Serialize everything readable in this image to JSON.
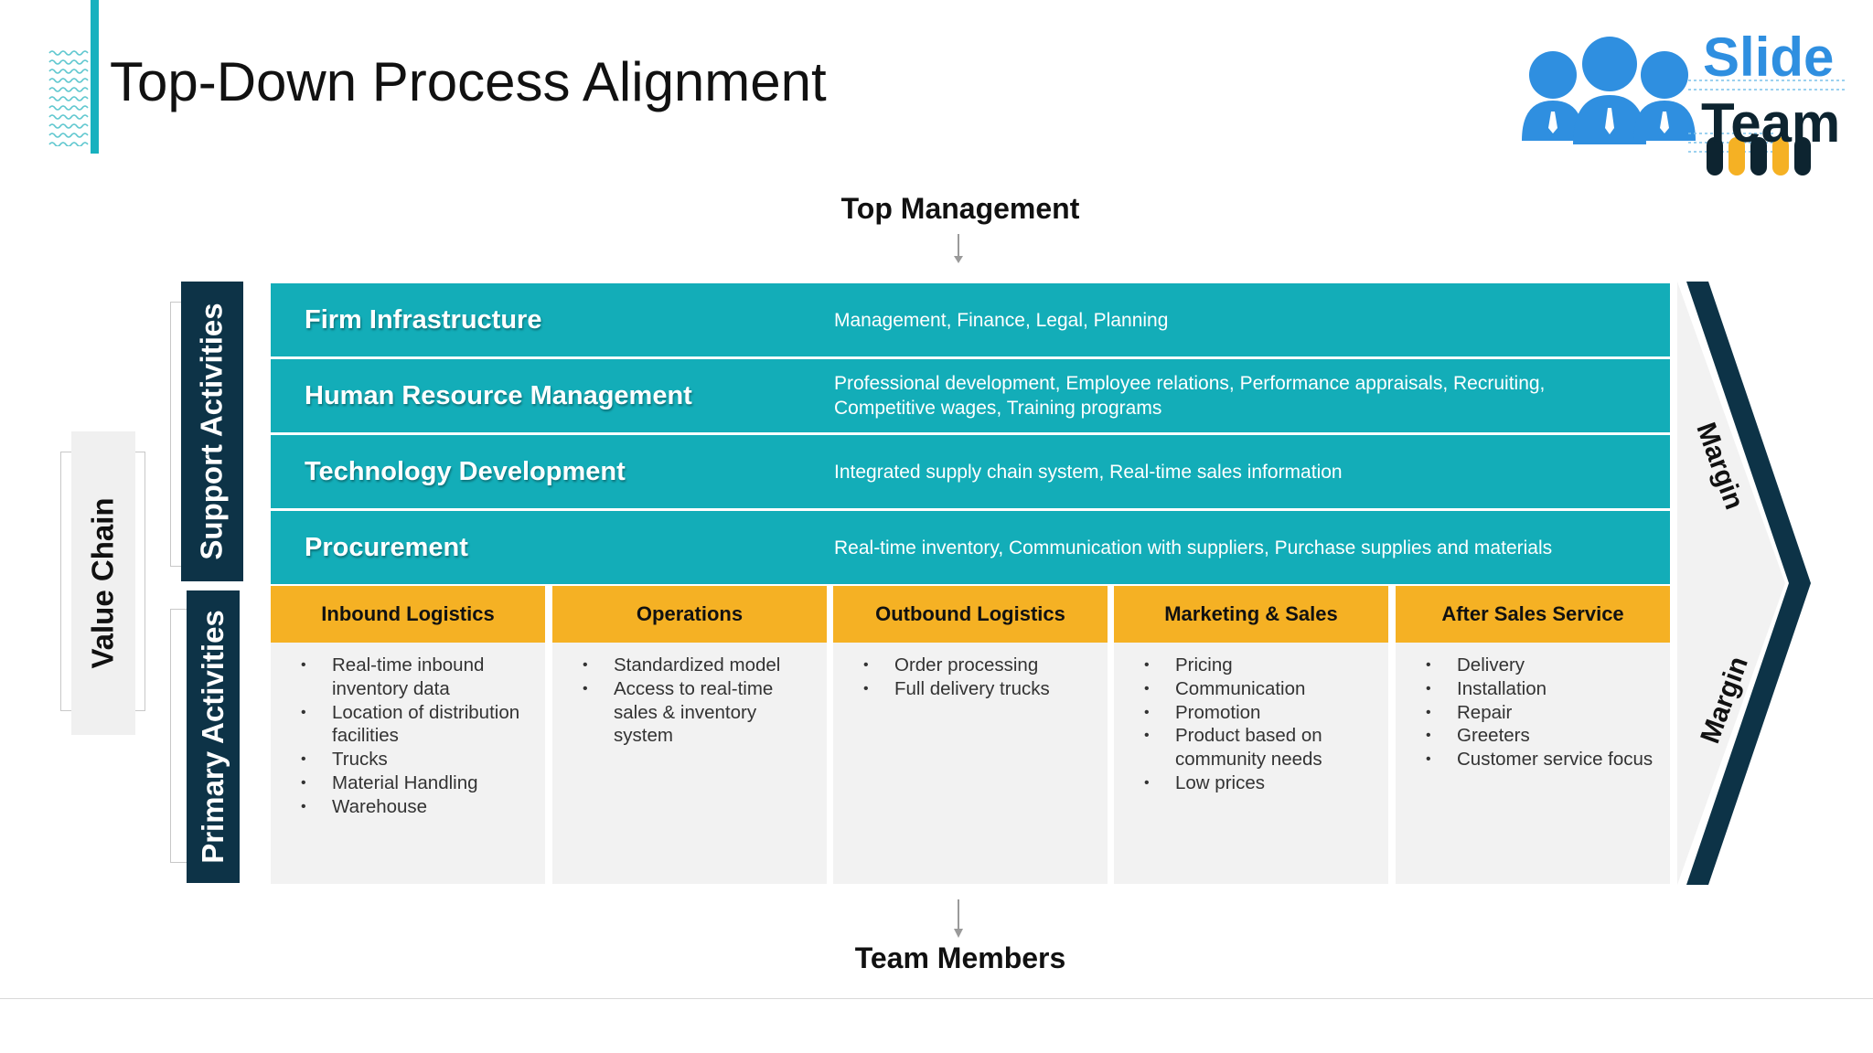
{
  "title": "Top-Down Process Alignment",
  "logo": {
    "line1": "Slide",
    "line2": "Team"
  },
  "flow": {
    "top": "Top Management",
    "bottom": "Team Members"
  },
  "labels": {
    "value_chain": "Value Chain",
    "support": "Support Activities",
    "primary": "Primary Activities",
    "margin_top": "Margin",
    "margin_bottom": "Margin"
  },
  "support_rows": [
    {
      "name": "Firm Infrastructure",
      "desc": "Management, Finance, Legal, Planning"
    },
    {
      "name": "Human Resource Management",
      "desc": "Professional development, Employee relations, Performance appraisals, Recruiting, Competitive wages, Training programs"
    },
    {
      "name": "Technology Development",
      "desc": "Integrated supply chain system, Real-time sales information"
    },
    {
      "name": "Procurement",
      "desc": "Real-time inventory, Communication with suppliers, Purchase supplies and materials"
    }
  ],
  "primary": [
    {
      "title": "Inbound Logistics",
      "items": [
        "Real-time inbound inventory data",
        "Location of distribution facilities",
        "Trucks",
        "Material Handling",
        "Warehouse"
      ]
    },
    {
      "title": "Operations",
      "items": [
        "Standardized model",
        "Access to real-time sales & inventory system"
      ]
    },
    {
      "title": "Outbound Logistics",
      "items": [
        "Order processing",
        "Full delivery trucks"
      ]
    },
    {
      "title": "Marketing & Sales",
      "items": [
        "Pricing",
        "Communication",
        "Promotion",
        "Product based on community needs",
        "Low prices"
      ]
    },
    {
      "title": "After Sales Service",
      "items": [
        "Delivery",
        "Installation",
        "Repair",
        "Greeters",
        "Customer service focus"
      ]
    }
  ],
  "colors": {
    "teal": "#13adb8",
    "navy": "#0d3347",
    "amber": "#f5b124",
    "logo_blue": "#2f8fe0"
  }
}
